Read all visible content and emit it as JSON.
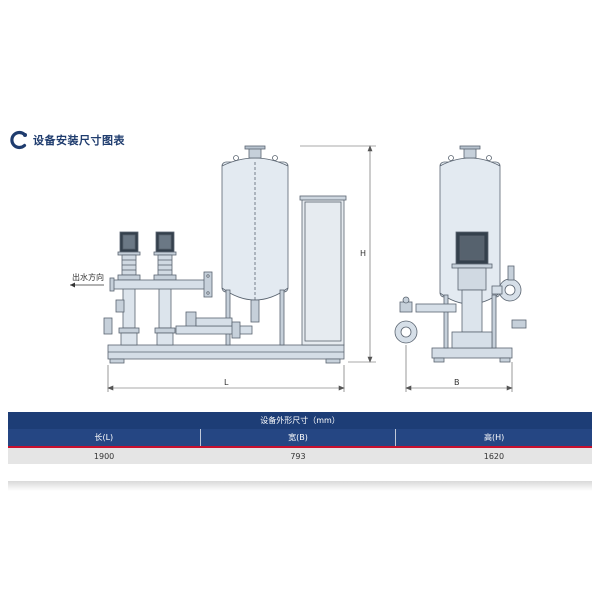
{
  "section": {
    "title": "设备安装尺寸图表",
    "icon": "c-ring-icon"
  },
  "drawing": {
    "outlet_label": "出水方向",
    "dim_length": "L",
    "dim_height": "H",
    "dim_width": "B"
  },
  "dimensions_table": {
    "caption": "设备外形尺寸（mm）",
    "headers": [
      "长(L)",
      "宽(B)",
      "高(H)"
    ],
    "values": [
      "1900",
      "793",
      "1620"
    ]
  },
  "colors": {
    "header_navy": "#1d3d76",
    "accent_red": "#c8102e",
    "equipment_fill": "#dde6ee",
    "outline": "#5a6470"
  }
}
